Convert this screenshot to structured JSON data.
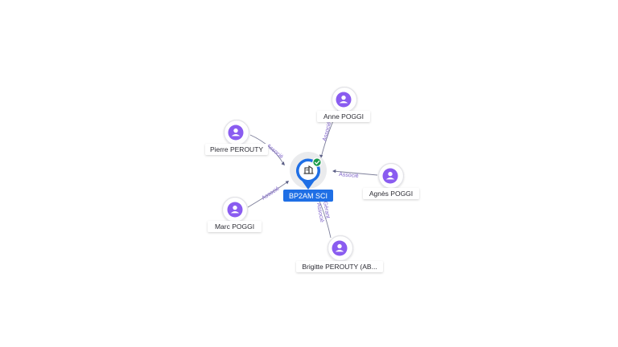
{
  "graph": {
    "center": {
      "id": "company",
      "label": "BP2AM SCI",
      "icon": "building-icon",
      "status": "active",
      "status_icon": "check-icon",
      "colors": {
        "pin": "#1f6fe5",
        "badge": "#1a9b4b"
      }
    },
    "people": [
      {
        "id": "anne",
        "label": "Anne POGGI",
        "role": "Associé"
      },
      {
        "id": "pierre",
        "label": "Pierre PEROUTY",
        "role": "Associé"
      },
      {
        "id": "agnes",
        "label": "Agnès POGGI",
        "role": "Associé"
      },
      {
        "id": "marc",
        "label": "Marc POGGI",
        "role": "Associé"
      },
      {
        "id": "brigitte",
        "label": "Brigitte PEROUTY (AB...",
        "role": "Gérant",
        "role2": "Associé"
      }
    ],
    "person_icon": "person-icon",
    "colors": {
      "person": "#8a5cf0",
      "edge": "#7d7f9a",
      "edge_label": "#7e62c9"
    }
  }
}
